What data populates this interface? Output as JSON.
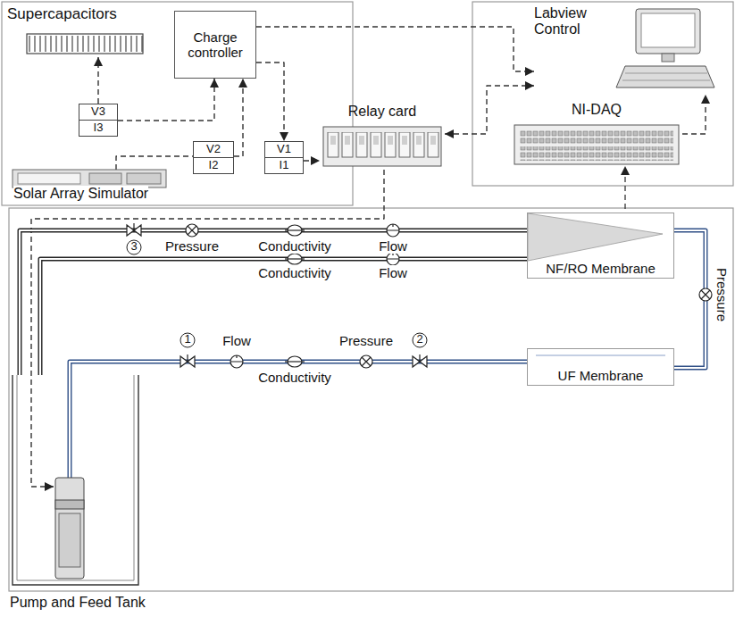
{
  "diagram": {
    "nodes": [
      {
        "text": [
          "Supercapacitors"
        ]
      },
      {
        "text": [
          "Charge controller"
        ]
      },
      {
        "text": [
          "V3",
          "I3"
        ]
      },
      {
        "text": [
          "V2",
          "I2"
        ]
      },
      {
        "text": [
          "Solar Array Simulator"
        ]
      },
      {
        "text": [
          "V1",
          "I1"
        ]
      },
      {
        "text": [
          "Relay card"
        ]
      },
      {
        "text": [
          "Labview Control"
        ]
      },
      {
        "text": [
          "NI-DAQ"
        ]
      },
      {
        "text": [
          "NF/RO Membrane"
        ]
      },
      {
        "text": [
          "UF Membrane"
        ]
      },
      {
        "text": [
          "Pump and Feed Tank"
        ]
      }
    ],
    "edges": [
      {
        "from": 2,
        "to": 0,
        "arrow": "to"
      },
      {
        "from": 2,
        "to": 1,
        "arrow": "to"
      },
      {
        "from": 4,
        "to": 3,
        "arrow": "none"
      },
      {
        "from": 3,
        "to": 1,
        "arrow": "to"
      },
      {
        "from": 1,
        "to": 5,
        "arrow": "to"
      },
      {
        "from": 5,
        "to": 6,
        "arrow": "to"
      },
      {
        "from": 1,
        "to": 7,
        "arrow": "to"
      },
      {
        "from": 6,
        "to": 7,
        "arrow": "both"
      },
      {
        "from": 8,
        "to": 7,
        "arrow": "to"
      },
      {
        "from": 6,
        "to": 11,
        "arrow": "to"
      },
      {
        "from": 11,
        "to": 10,
        "arrow": "none"
      },
      {
        "from": 10,
        "to": 9,
        "arrow": "none"
      },
      {
        "from": 9,
        "to": 11,
        "arrow": "none"
      },
      {
        "from": 9,
        "to": 11,
        "arrow": "none"
      }
    ],
    "labels": [
      "3",
      "Pressure",
      "Conductivity",
      "Flow",
      "Conductivity",
      "Flow",
      "Pressure",
      "1",
      "Flow",
      "Pressure",
      "2",
      "Conductivity"
    ]
  }
}
